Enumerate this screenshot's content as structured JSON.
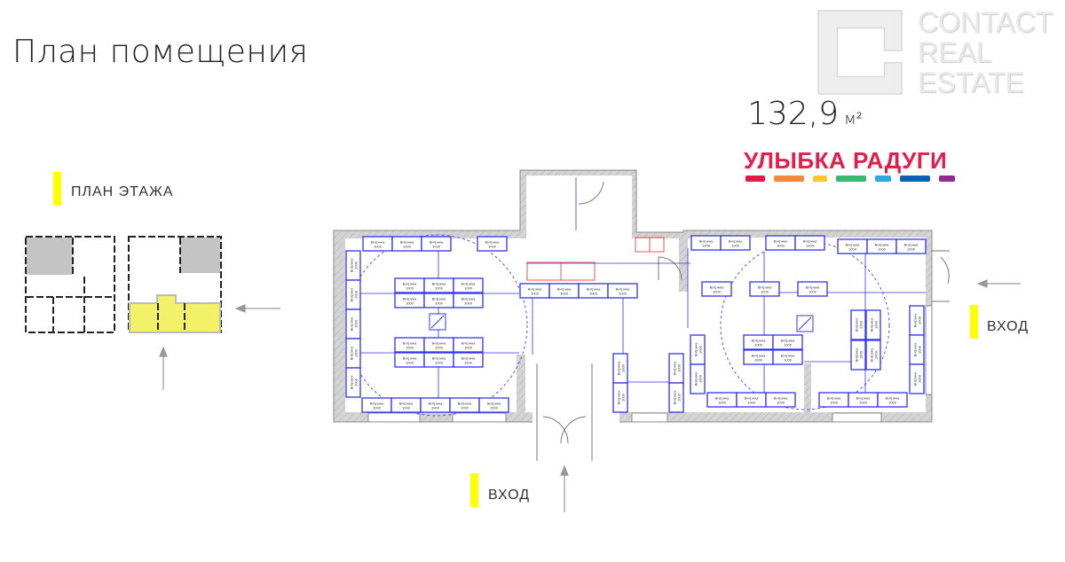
{
  "header": {
    "title": "План помещения"
  },
  "logo": {
    "lines": [
      "CONTACT",
      "REAL",
      "ESTATE"
    ]
  },
  "area": {
    "value": "132,9",
    "unit": "м²"
  },
  "tenant": {
    "name": "УЛЫБКА РАДУГИ",
    "colors": [
      "#e8174a",
      "#f5873f",
      "#fcc72c",
      "#3db874",
      "#2fa8e0",
      "#0b62b0",
      "#8e2c93"
    ]
  },
  "floor_plan": {
    "label": "ПЛАН ЭТАЖА",
    "highlight_color": "#f3f06a"
  },
  "entrances": {
    "side": "ВХОД",
    "bottom": "ВХОД"
  },
  "plan": {
    "shelf_label": "Витрина",
    "shelf_size": "1000",
    "accent": "#3333ee",
    "wall": "#c8c8c8"
  }
}
